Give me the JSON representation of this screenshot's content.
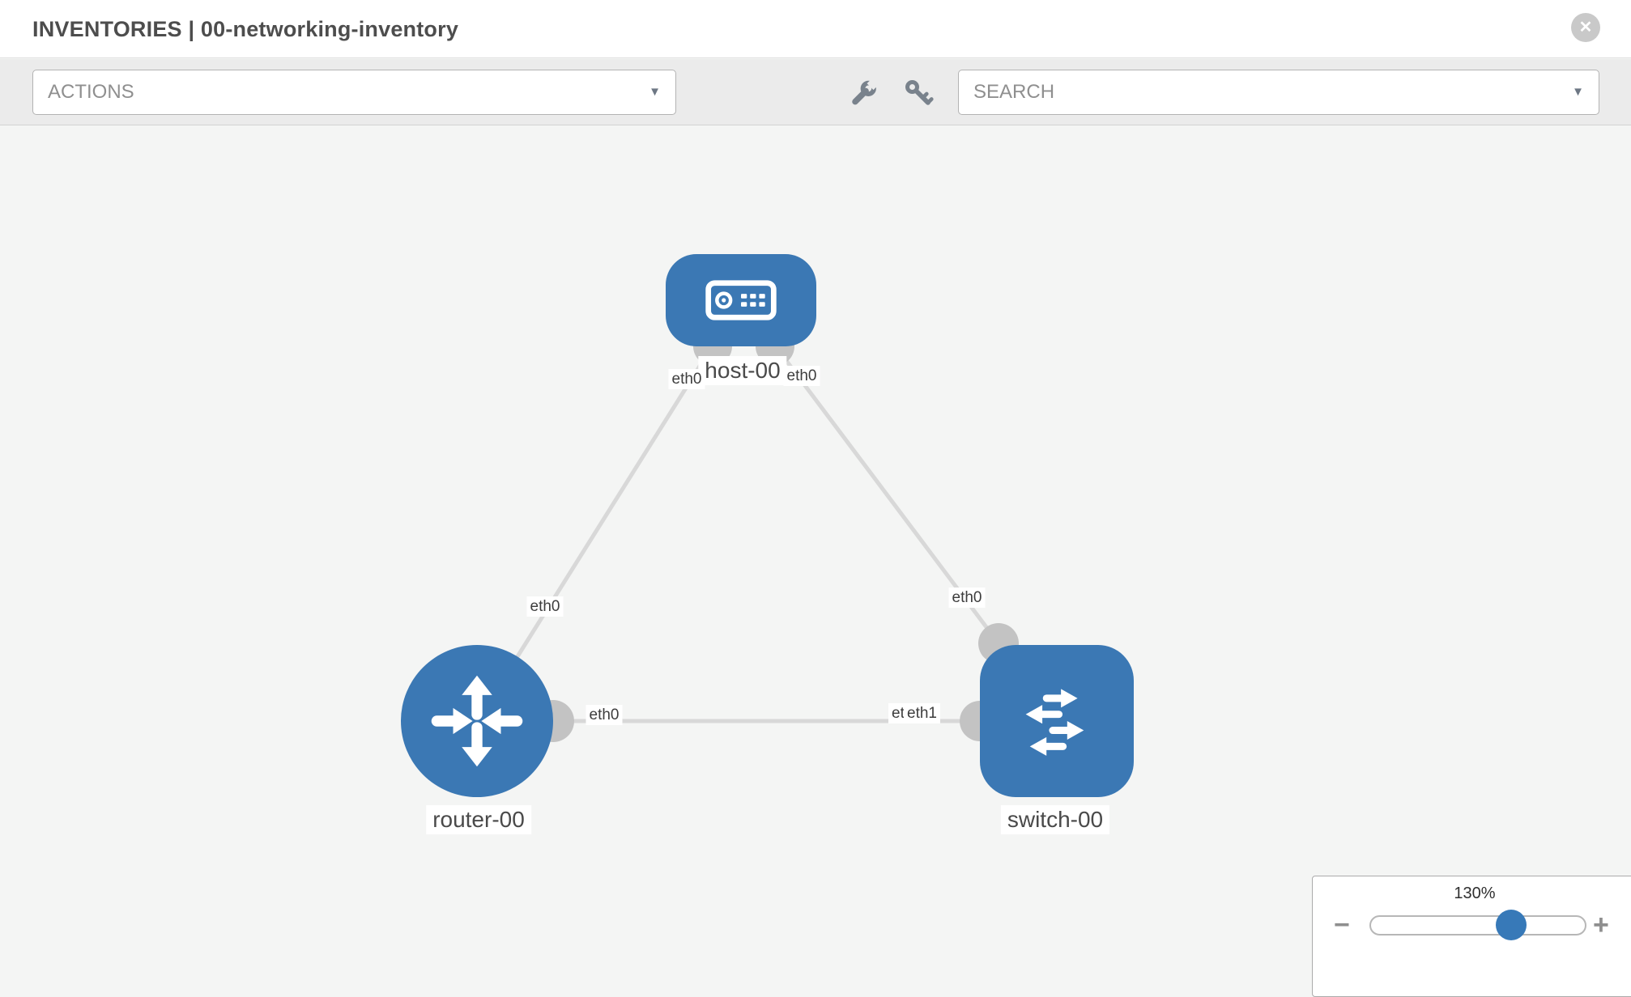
{
  "header": {
    "title": "INVENTORIES | 00-networking-inventory",
    "close_glyph": "✕"
  },
  "toolbar": {
    "actions_placeholder": "ACTIONS",
    "search_placeholder": "SEARCH",
    "caret_glyph": "▼",
    "icons": [
      "wrench-icon",
      "key-icon"
    ]
  },
  "topology": {
    "nodes": [
      {
        "label": "host-00",
        "type": "host"
      },
      {
        "label": "router-00",
        "type": "router"
      },
      {
        "label": "switch-00",
        "type": "switch"
      }
    ],
    "links": [
      {
        "from": "host-00",
        "from_if": "eth0",
        "to": "router-00",
        "to_if": "eth0"
      },
      {
        "from": "host-00",
        "from_if": "eth0",
        "to": "switch-00",
        "to_if": "eth0"
      },
      {
        "from": "router-00",
        "from_if": "eth0",
        "to": "switch-00",
        "to_if": "eth1"
      }
    ],
    "switch_overlap_label": "eth0"
  },
  "zoom_control": {
    "level": "130%",
    "minus_label": "−",
    "plus_label": "+"
  },
  "colors": {
    "node_blue": "#3b78b4",
    "edge_gray": "#d8d8d8",
    "connector_gray": "#c3c3c3",
    "slider_knob_blue": "#3779b8",
    "canvas_bg": "#f4f5f4",
    "toolbar_bg": "#ebebeb",
    "icon_slate": "#79828c"
  }
}
